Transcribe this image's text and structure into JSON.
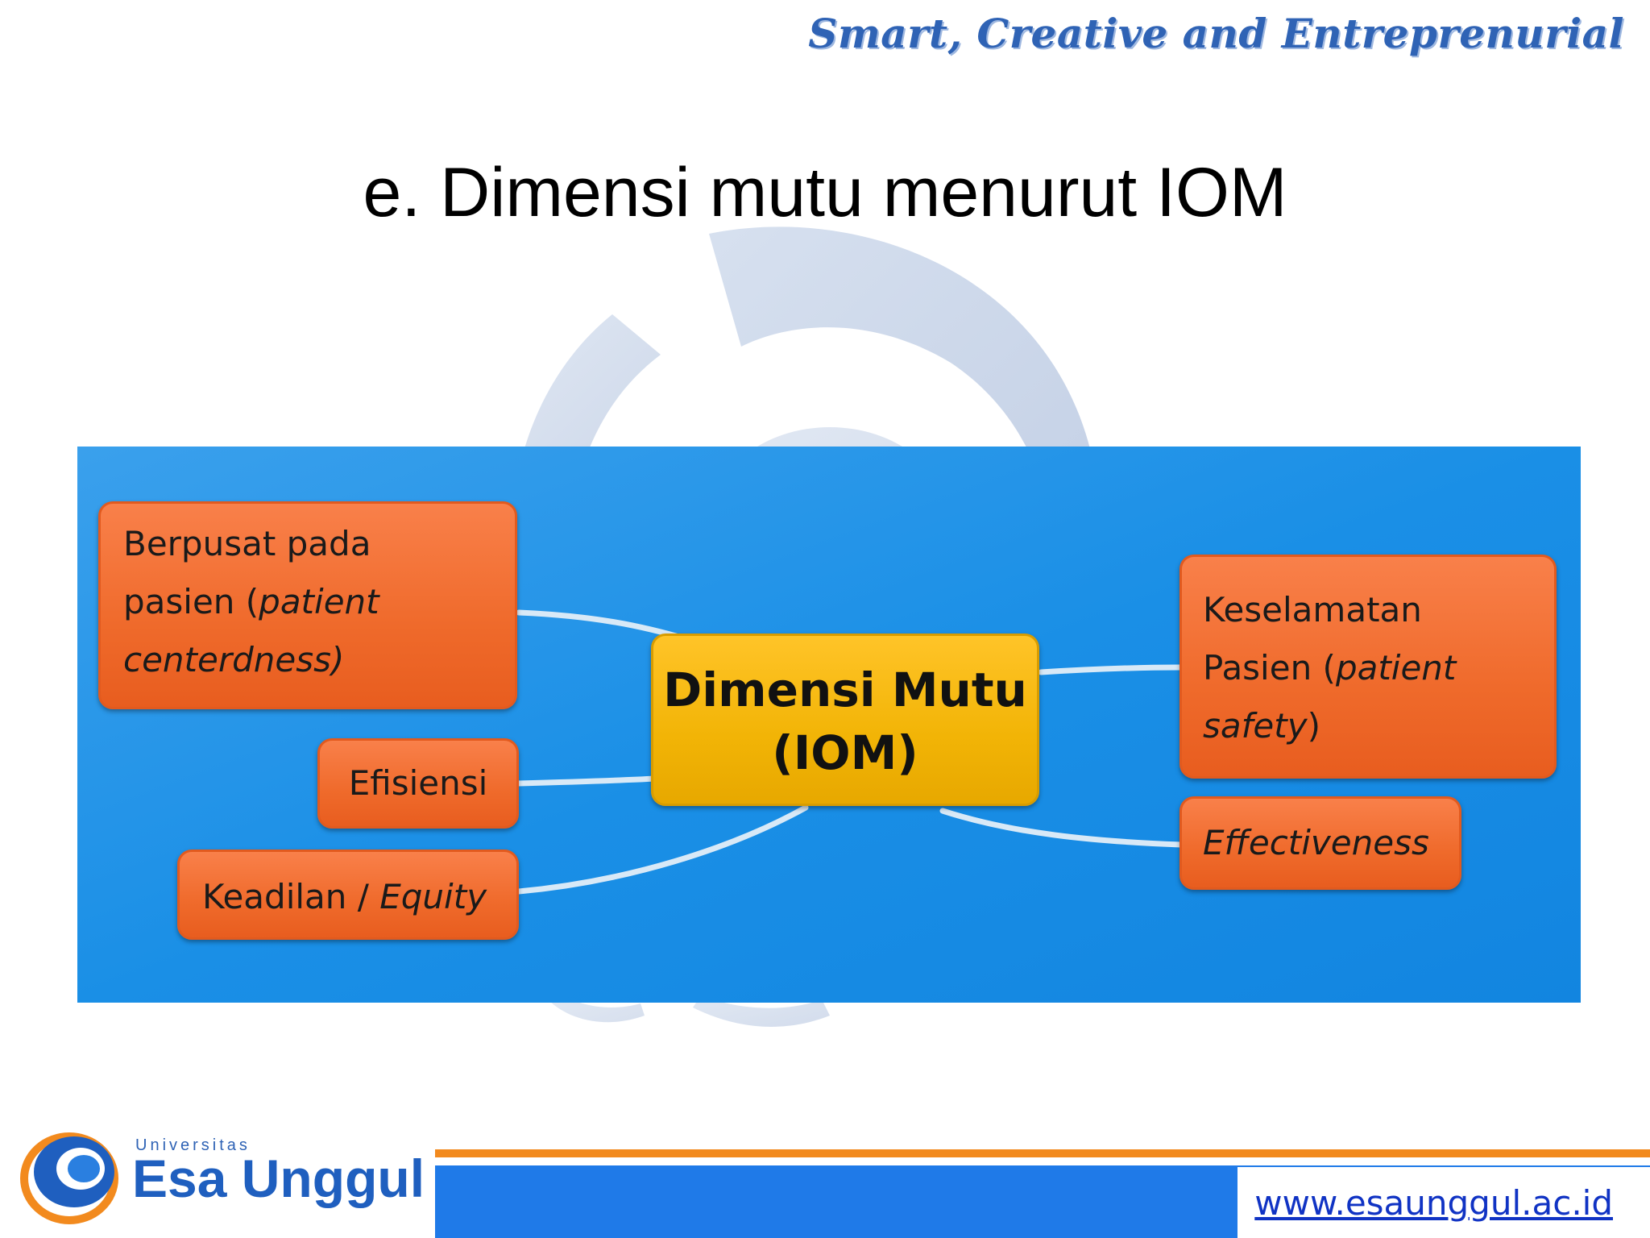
{
  "header": {
    "tagline": "Smart, Creative and Entreprenurial"
  },
  "slide": {
    "title": "e. Dimensi mutu menurut IOM"
  },
  "diagram": {
    "center": {
      "line1": "Dimensi Mutu",
      "line2": "(IOM)"
    },
    "patient_centeredness": {
      "line1": "Berpusat pada",
      "line2_plain": "pasien (",
      "line2_italic": "patient",
      "line3_italic": "centerdness)"
    },
    "efficiency": {
      "label": "Efisiensi"
    },
    "equity": {
      "plain": "Keadilan / ",
      "italic": "Equity"
    },
    "patient_safety": {
      "line1": "Keselamatan",
      "line2_plain": "Pasien (",
      "line2_italic": "patient",
      "line3_italic": "safety",
      "line3_close": ")"
    },
    "effectiveness": {
      "label": "Effectiveness"
    }
  },
  "footer": {
    "logo_small": "Universitas",
    "logo_big": "Esa Unggul",
    "url": "www.esaunggul.ac.id"
  },
  "colors": {
    "diagram_bg": "#1a8fe6",
    "node_orange": "#ef6a2b",
    "node_center": "#f2b406",
    "footer_blue": "#1f7ae8",
    "footer_orange": "#f28a1e"
  }
}
